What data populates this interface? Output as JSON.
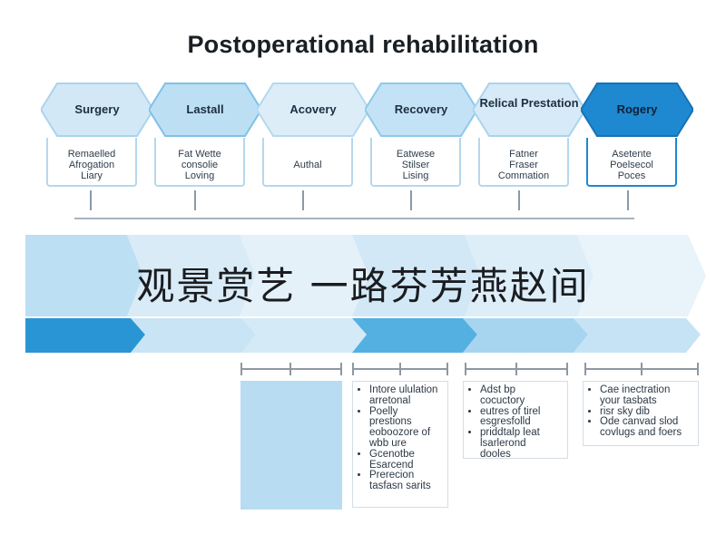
{
  "title": "Postoperational rehabilitation",
  "stages": [
    {
      "label": "Surgery",
      "desc": [
        "Remaelled",
        "Afrogation",
        "Liary"
      ],
      "variant": "light"
    },
    {
      "label": "Lastall",
      "desc": [
        "Fat Wette",
        "consolie",
        "Loving"
      ],
      "variant": "light"
    },
    {
      "label": "Acovery",
      "desc": [
        "Authal"
      ],
      "variant": "light"
    },
    {
      "label": "Recovery",
      "desc": [
        "Eatwese",
        "Stilser",
        "Lising"
      ],
      "variant": "light"
    },
    {
      "label": "Relical Prestation",
      "desc": [
        "Fatner",
        "Fraser",
        "Commation"
      ],
      "variant": "light"
    },
    {
      "label": "Rogery",
      "desc": [
        "Asetente",
        "Poelsecol",
        "Poces"
      ],
      "variant": "dark"
    }
  ],
  "band_text": "观景赏艺 一路芬芳燕赵间",
  "notes": {
    "panel_1": {
      "items": [
        "Intore ululation arretonal",
        "Poelly prestions eoboozore of wbb ure",
        "Gcenotbe Esarcend",
        "Prerecion tasfasn sarits"
      ]
    },
    "panel_2": {
      "items": [
        "Adst bp cocuctory",
        "eutres of tirel esgresfolld",
        "priddtalp leat lsarlerond",
        "dooles"
      ]
    },
    "panel_3": {
      "items": [
        "Cae inectration your tasbats",
        "risr sky dib",
        "Ode canvad slod covlugs and foers"
      ]
    }
  },
  "colors": {
    "light_fill": "#cfe6f5",
    "light_stroke": "#a9d3ee",
    "dark_fill": "#1e88d0",
    "band_top": "#d9ebf7",
    "band_bottom": "#2a95d4"
  }
}
